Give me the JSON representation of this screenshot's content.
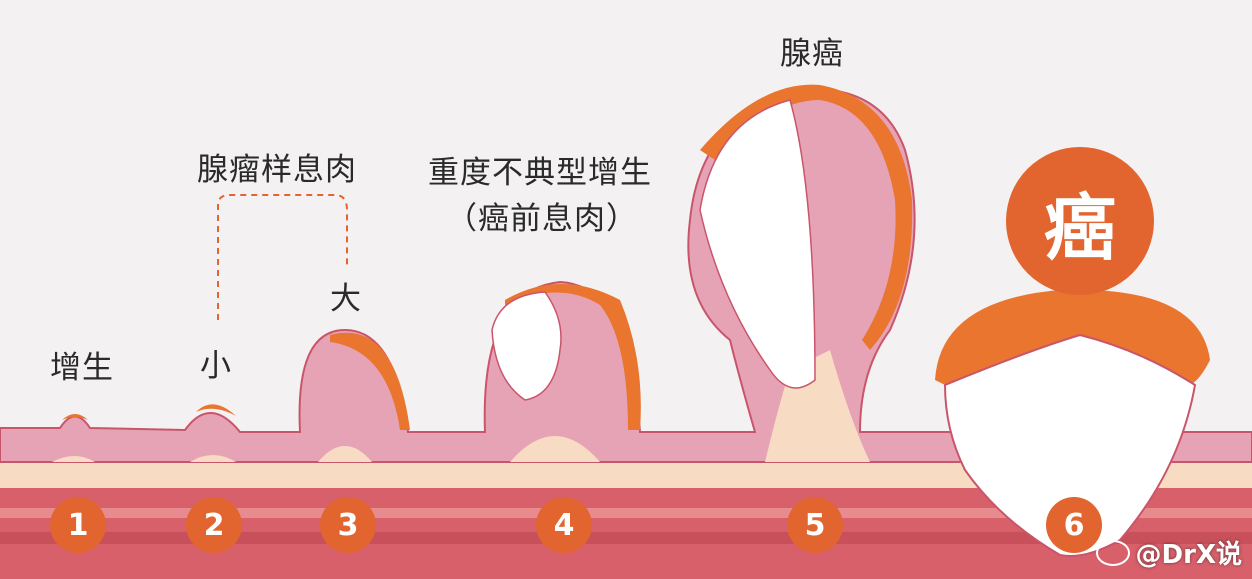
{
  "labels": {
    "stage1": "增生",
    "stage2_group": "腺瘤样息肉",
    "small": "小",
    "large": "大",
    "stage4_line1": "重度不典型增生",
    "stage4_line2": "（癌前息肉）",
    "stage5": "腺癌",
    "cancer": "癌"
  },
  "steps": [
    "1",
    "2",
    "3",
    "4",
    "5",
    "6"
  ],
  "watermark": "@DrX说",
  "colors": {
    "accent": "#e2652f",
    "mucosa": "#e7a3b6",
    "submucosa": "#f7dcc3",
    "muscle": "#d7606a",
    "tumor_white": "#ffffff",
    "tumor_crust": "#e9752f",
    "background": "#f3f1f2"
  }
}
